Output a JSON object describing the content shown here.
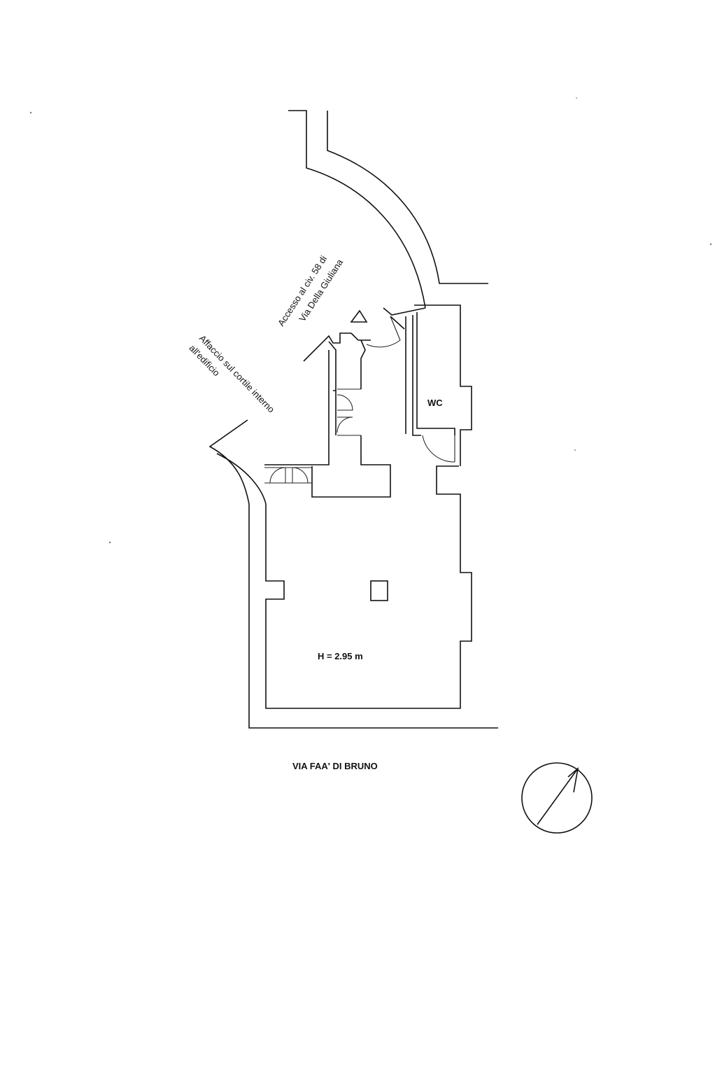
{
  "labels": {
    "access_line1": "Accesso al civ. 58 di",
    "access_line2": "Via Della Giuliana",
    "courtyard_line1": "Affaccio sul cortile interno",
    "courtyard_line2": "all'edificio",
    "wc": "WC",
    "height": "H = 2.95 m",
    "street": "VIA FAA' DI BRUNO"
  }
}
